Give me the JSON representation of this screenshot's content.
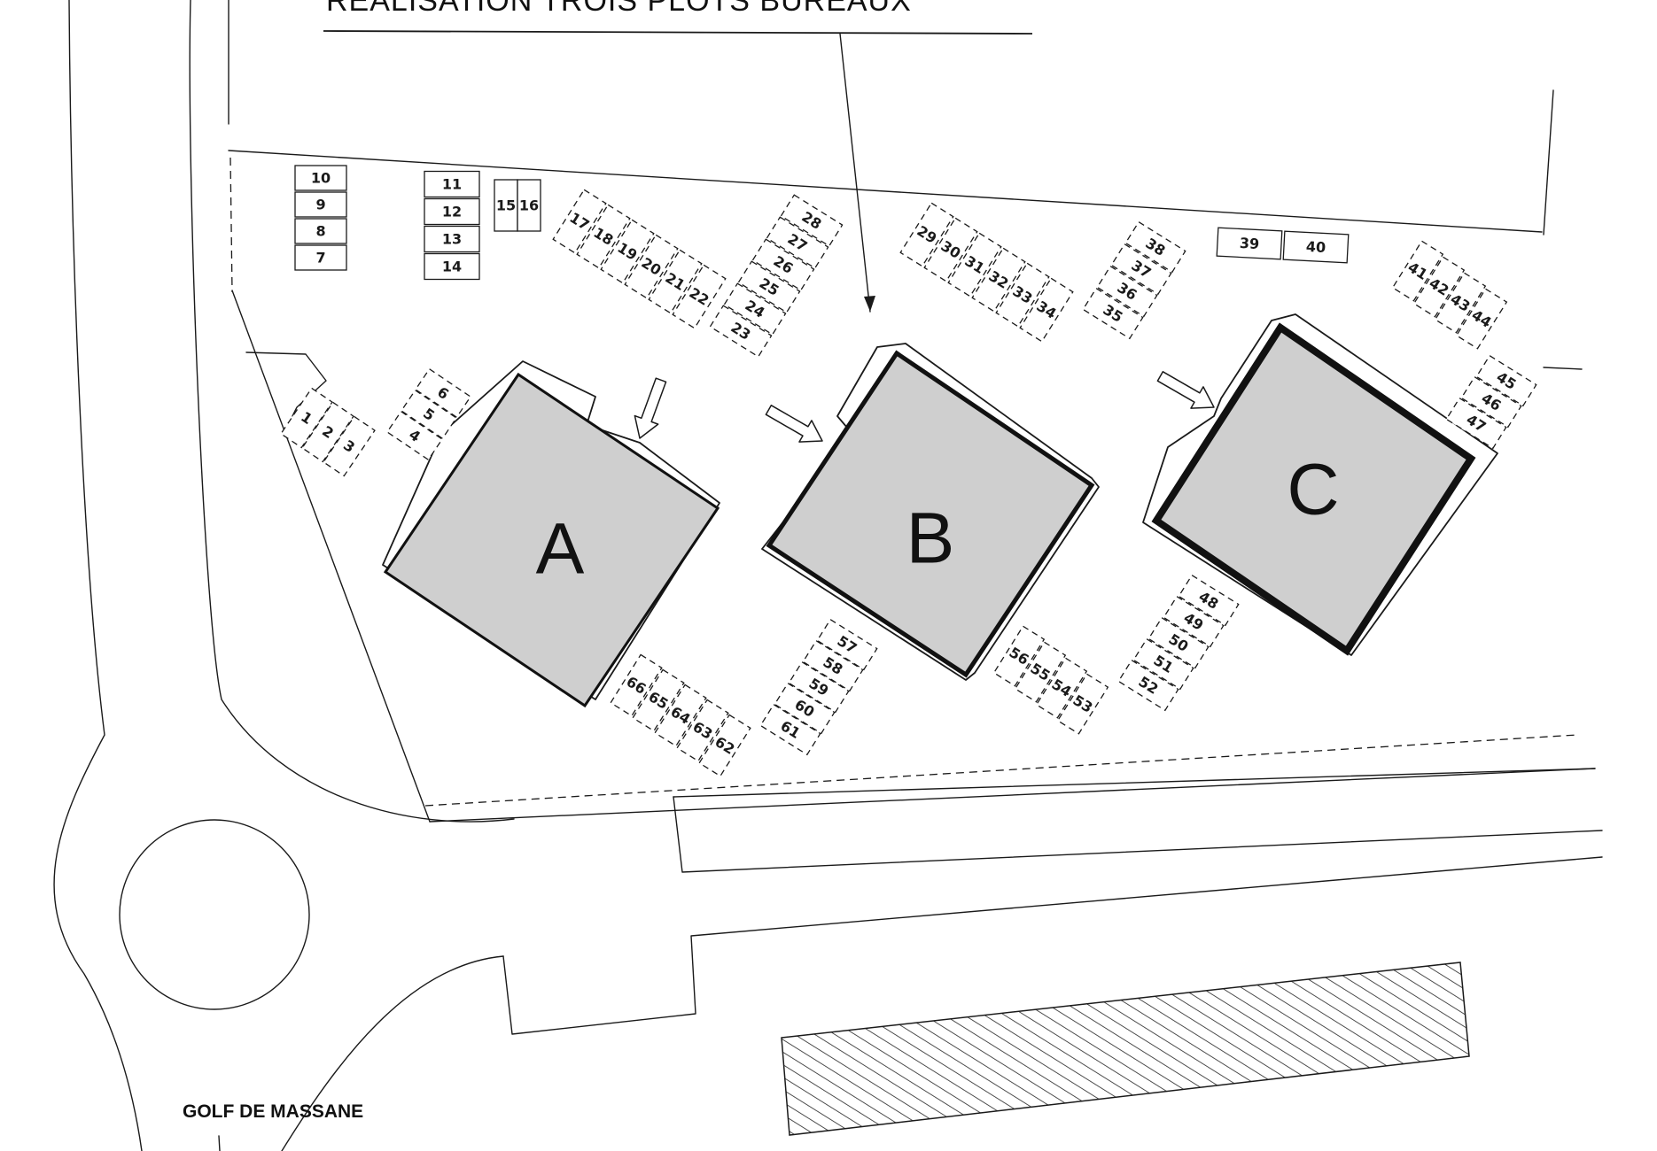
{
  "header": {
    "title": "RÉALISATION TROIS PLOTS BUREAUX"
  },
  "buildings": [
    {
      "label": "A"
    },
    {
      "label": "B"
    },
    {
      "label": "C"
    }
  ],
  "golf_label": "GOLF DE MASSANE",
  "parking": {
    "stall_numbers": [
      "1",
      "2",
      "3",
      "4",
      "5",
      "6",
      "7",
      "8",
      "9",
      "10",
      "11",
      "12",
      "13",
      "14",
      "15",
      "16",
      "17",
      "18",
      "19",
      "20",
      "21",
      "22",
      "23",
      "24",
      "25",
      "26",
      "27",
      "28",
      "29",
      "30",
      "31",
      "32",
      "33",
      "34",
      "35",
      "36",
      "37",
      "38",
      "39",
      "40",
      "41",
      "42",
      "43",
      "44",
      "45",
      "46",
      "47",
      "48",
      "49",
      "50",
      "51",
      "52",
      "53",
      "54",
      "55",
      "56",
      "57",
      "58",
      "59",
      "60",
      "61",
      "62",
      "63",
      "64",
      "65",
      "66"
    ]
  }
}
